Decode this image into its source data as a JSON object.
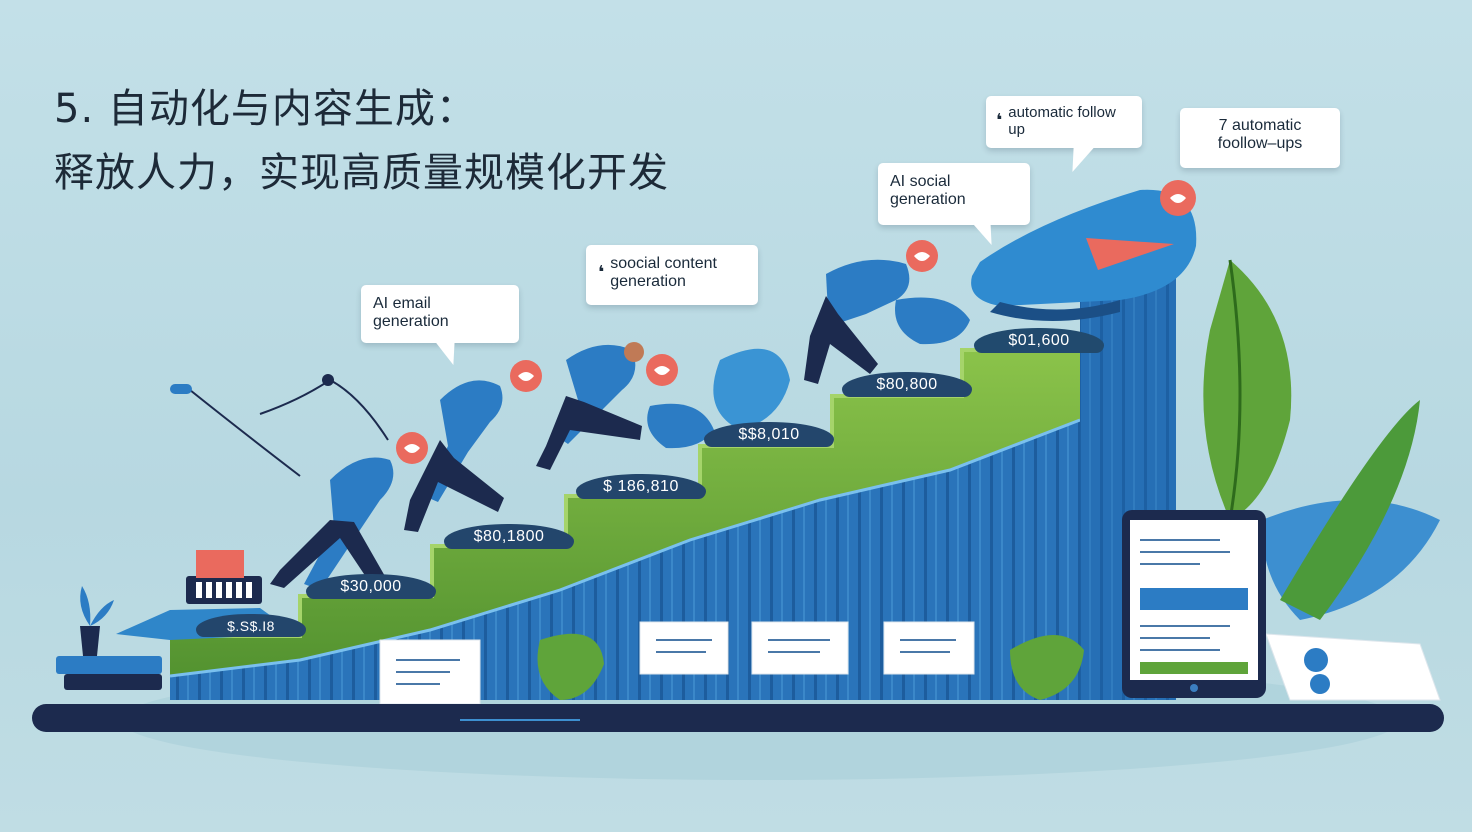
{
  "title": {
    "line1": "5. 自动化与内容生成：",
    "line2": "释放人力，实现高质量规模化开发"
  },
  "callouts": {
    "ai_email": {
      "text": "AI email generation"
    },
    "social_content": {
      "icon": "pen-nib-icon",
      "text": "soocial content generation"
    },
    "ai_social": {
      "text": "AI social generation"
    },
    "auto_follow": {
      "icon": "pen-nib-icon",
      "text": "automatic follow up"
    },
    "seven_follow": {
      "text": "7 automatic foollow–ups"
    }
  },
  "stairs": {
    "amounts": [
      "$.S$.I8",
      "$30,000",
      "$80,1800",
      "$ 186,810",
      "$$8,010",
      "$80,800",
      "$01,600"
    ]
  },
  "colors": {
    "background": "#bfdde5",
    "stair_green": "#6aa63a",
    "chart_blue": "#2a73b8",
    "navy": "#1c2a4e",
    "coral": "#ea6a5e",
    "leaf_green": "#5fa43a"
  },
  "icons": [
    "pen-nib-icon",
    "heart-icon",
    "tablet-icon",
    "document-icon",
    "leaf-icon",
    "plant-icon",
    "calculator-icon",
    "person-icon",
    "megaphone-icon"
  ]
}
